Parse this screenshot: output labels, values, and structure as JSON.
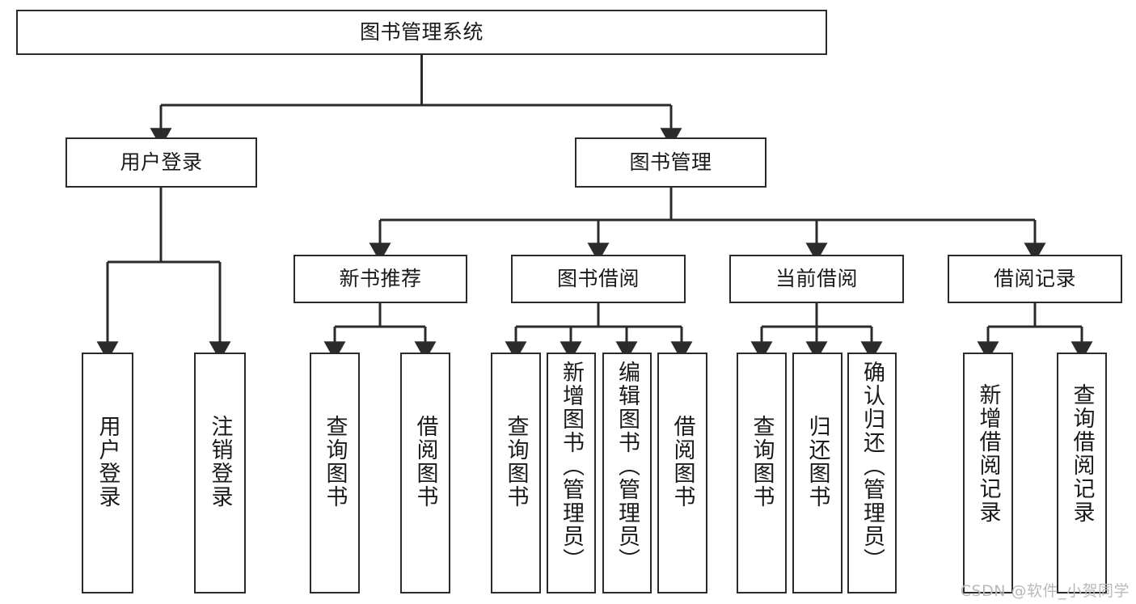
{
  "diagram": {
    "title": "图书管理系统",
    "type": "tree-hierarchy",
    "orientation": "top-down",
    "colors": {
      "box_border": "#2b2b2b",
      "box_fill": "#ffffff",
      "edge": "#2b2b2b",
      "text": "#1a1a1a",
      "background": "#ffffff",
      "watermark": "#b9b9b9"
    },
    "root": {
      "id": "root",
      "label": "图书管理系统",
      "orientation": "horizontal"
    },
    "level2": [
      {
        "id": "user-login",
        "label": "用户登录",
        "orientation": "horizontal"
      },
      {
        "id": "book-management",
        "label": "图书管理",
        "orientation": "horizontal"
      }
    ],
    "level3": [
      {
        "id": "new-book-recommend",
        "label": "新书推荐",
        "orientation": "horizontal",
        "parent": "book-management"
      },
      {
        "id": "book-borrow",
        "label": "图书借阅",
        "orientation": "horizontal",
        "parent": "book-management"
      },
      {
        "id": "current-borrow",
        "label": "当前借阅",
        "orientation": "horizontal",
        "parent": "book-management"
      },
      {
        "id": "borrow-record",
        "label": "借阅记录",
        "orientation": "horizontal",
        "parent": "book-management"
      }
    ],
    "leaves": [
      {
        "id": "leaf-user-login",
        "label": "用户登录",
        "parent": "user-login"
      },
      {
        "id": "leaf-user-logout",
        "label": "注销登录",
        "parent": "user-login"
      },
      {
        "id": "leaf-query-book-1",
        "label": "查询图书",
        "parent": "new-book-recommend"
      },
      {
        "id": "leaf-borrow-book-1",
        "label": "借阅图书",
        "parent": "new-book-recommend"
      },
      {
        "id": "leaf-query-book-2",
        "label": "查询图书",
        "parent": "book-borrow"
      },
      {
        "id": "leaf-add-book",
        "label": "新增图书（管理员）",
        "parent": "book-borrow"
      },
      {
        "id": "leaf-edit-book",
        "label": "编辑图书（管理员）",
        "parent": "book-borrow"
      },
      {
        "id": "leaf-borrow-book-2",
        "label": "借阅图书",
        "parent": "book-borrow"
      },
      {
        "id": "leaf-query-book-3",
        "label": "查询图书",
        "parent": "current-borrow"
      },
      {
        "id": "leaf-return-book",
        "label": "归还图书",
        "parent": "current-borrow"
      },
      {
        "id": "leaf-confirm-return",
        "label": "确认归还（管理员）",
        "parent": "current-borrow"
      },
      {
        "id": "leaf-add-record",
        "label": "新增借阅记录",
        "parent": "borrow-record"
      },
      {
        "id": "leaf-query-record",
        "label": "查询借阅记录",
        "parent": "borrow-record"
      }
    ],
    "watermark": "CSDN @软件_小贺同学"
  }
}
